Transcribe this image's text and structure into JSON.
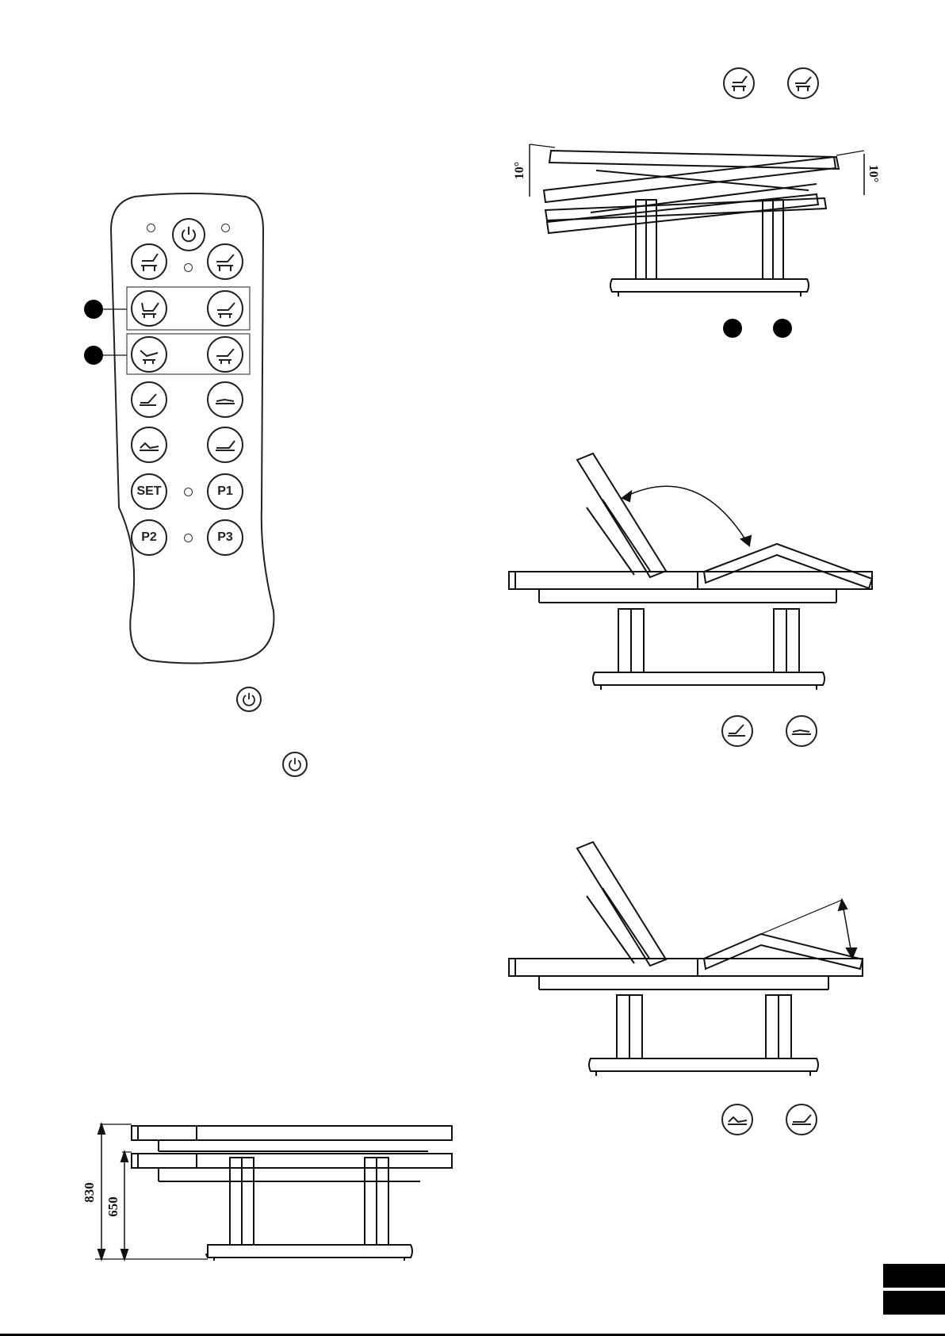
{
  "remote": {
    "buttons": {
      "set": "SET",
      "p1": "P1",
      "p2": "P2",
      "p3": "P3"
    }
  },
  "diagrams": {
    "tilt_angle_left": "10°",
    "tilt_angle_right": "10°",
    "height_max": "830",
    "height_min": "650"
  },
  "icons": {
    "power": "power-icon",
    "tilt_up": "bed-tilt-up-icon",
    "tilt_down": "bed-tilt-down-icon",
    "back_up": "backrest-up-icon",
    "back_down": "backrest-down-icon",
    "leg_up": "legrest-up-icon",
    "leg_down": "legrest-down-icon",
    "height_up": "height-up-icon",
    "height_down": "height-down-icon"
  }
}
